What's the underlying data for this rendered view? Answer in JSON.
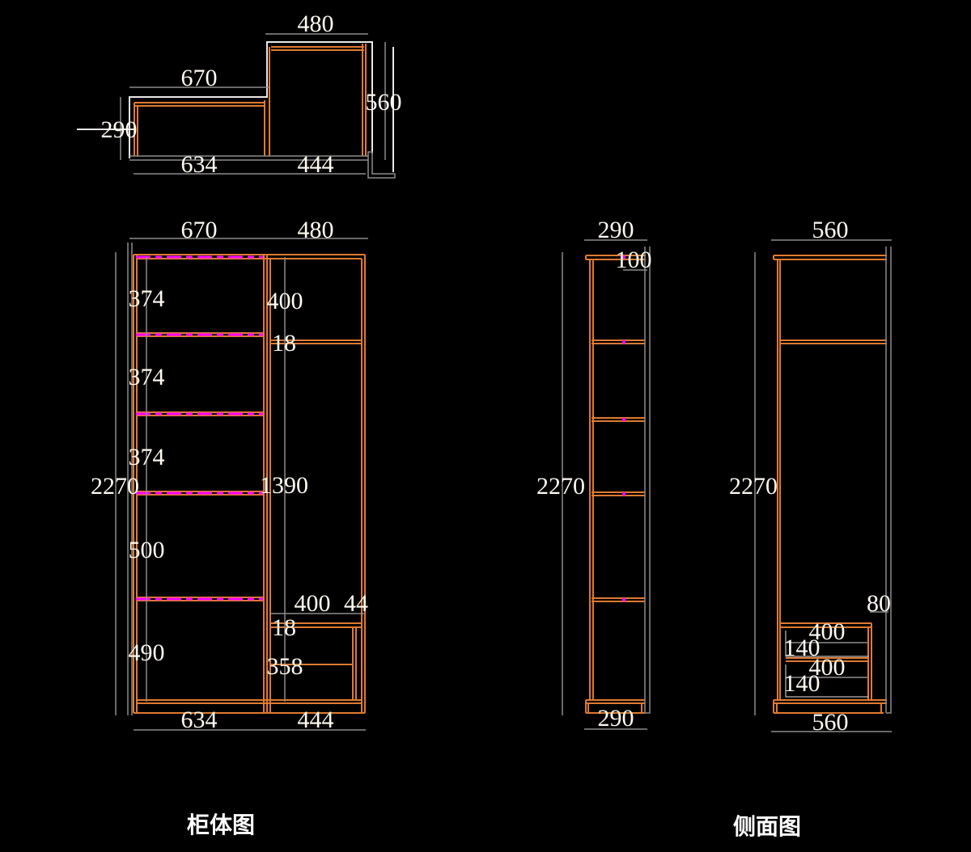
{
  "colors": {
    "background": "#000000",
    "panel": "#e07a30",
    "outline": "#e8e8e8",
    "dimension_line": "#8c8c8c",
    "shelf_pin": "#ff00ff",
    "text": "#fffaf0"
  },
  "plan_view": {
    "top_width_left": "670",
    "top_width_right": "480",
    "depth_left": "290",
    "depth_right": "560",
    "bottom_width_left": "634",
    "bottom_width_right": "444"
  },
  "cabinet_view": {
    "caption": "柜体图",
    "top_width_left": "670",
    "top_width_right": "480",
    "total_height": "2270",
    "left_sections": [
      "374",
      "374",
      "374",
      "500",
      "490"
    ],
    "right_top_section": "400",
    "right_panel_thickness": "18",
    "right_middle_section": "1390",
    "drawer_width": "400",
    "drawer_offset": "44",
    "drawer_panel_thickness": "18",
    "drawer_height": "358",
    "bottom_width_left": "634",
    "bottom_width_right": "444"
  },
  "side_view_narrow": {
    "top_depth": "290",
    "top_offset": "100",
    "total_height": "2270",
    "bottom_depth": "290"
  },
  "side_view_wide": {
    "caption": "侧面图",
    "top_depth": "560",
    "total_height": "2270",
    "drawer_offset": "80",
    "drawer_depth_1": "400",
    "drawer_height_1": "140",
    "drawer_depth_2": "400",
    "drawer_height_2": "140",
    "bottom_depth": "560"
  }
}
